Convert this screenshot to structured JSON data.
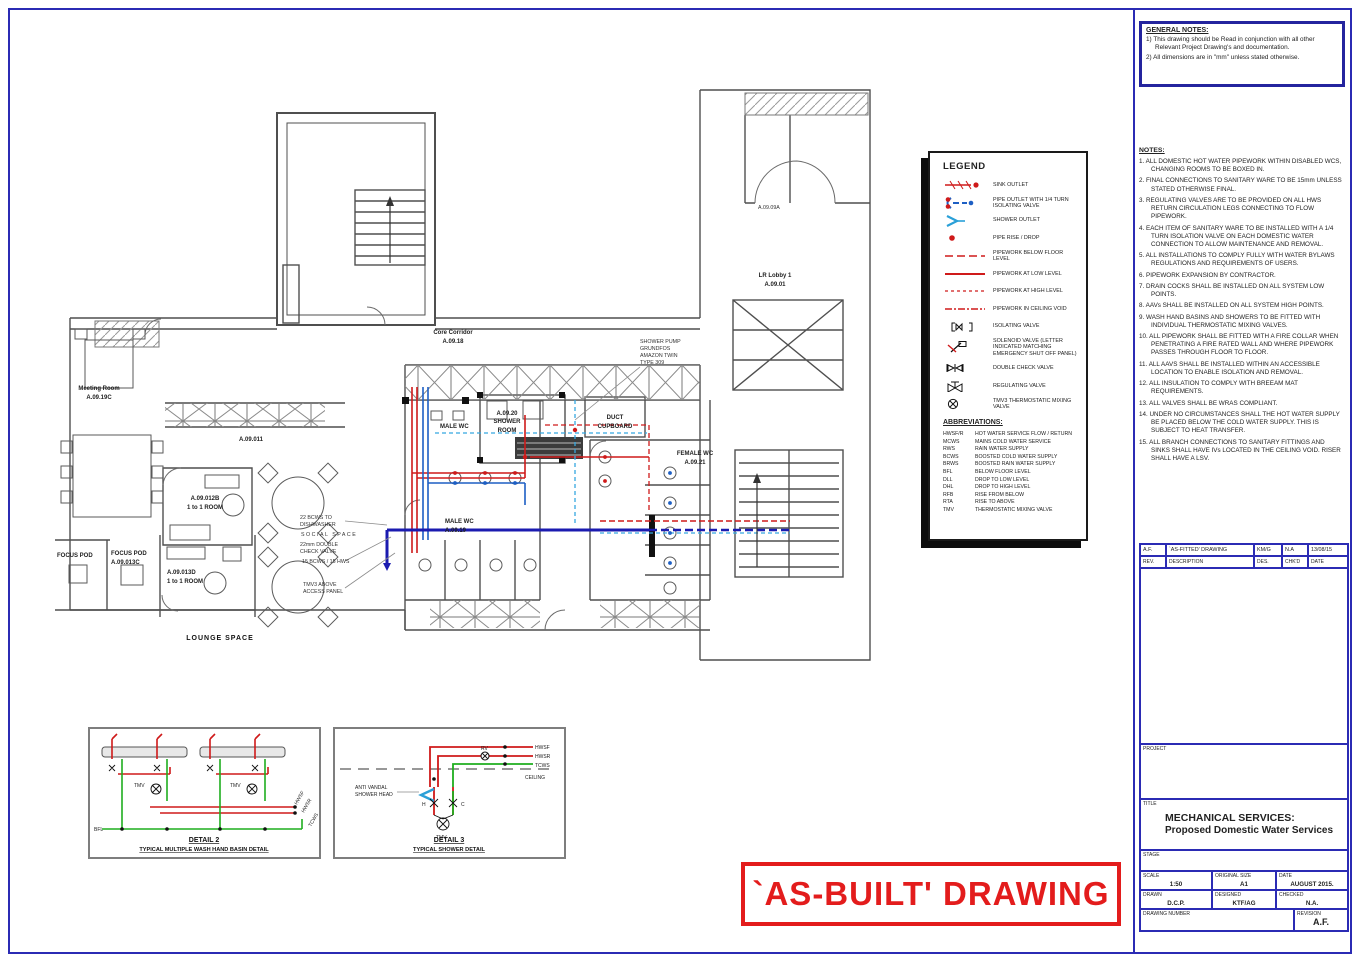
{
  "general_notes": {
    "title": "GENERAL NOTES:",
    "item1": "1) This drawing should be Read in conjunction with all other Relevant Project Drawing's and documentation.",
    "item2": "2) All dimensions are in \"mm\" unless stated otherwise."
  },
  "notes": {
    "title": "NOTES:",
    "items": [
      "1.  ALL DOMESTIC HOT WATER PIPEWORK WITHIN DISABLED WCS, CHANGING ROOMS TO BE BOXED IN.",
      "2.  FINAL CONNECTIONS TO SANITARY WARE TO BE 15mm UNLESS STATED OTHERWISE FINAL.",
      "3.  REGULATING VALVES ARE TO BE PROVIDED ON ALL HWS RETURN CIRCULATION LEGS CONNECTING TO FLOW PIPEWORK.",
      "4.  EACH ITEM OF SANITARY WARE TO BE INSTALLED WITH A 1/4 TURN ISOLATION VALVE ON EACH DOMESTIC WATER CONNECTION TO ALLOW MAINTENANCE AND REMOVAL.",
      "5.  ALL INSTALLATIONS TO COMPLY FULLY WITH WATER BYLAWS REGULATIONS AND REQUIREMENTS OF USERS.",
      "6.  PIPEWORK EXPANSION BY CONTRACTOR.",
      "7.  DRAIN COCKS SHALL BE INSTALLED ON ALL SYSTEM LOW POINTS.",
      "8.  AAVs SHALL BE INSTALLED ON ALL SYSTEM HIGH POINTS.",
      "9.  WASH HAND BASINS AND SHOWERS TO BE FITTED WITH INDIVIDUAL THERMOSTATIC MIXING VALVES.",
      "10. ALL PIPEWORK SHALL BE FITTED WITH A FIRE COLLAR WHEN PENETRATING A FIRE RATED WALL AND WHERE PIPEWORK PASSES THROUGH FLOOR TO FLOOR.",
      "11. ALL AAVS SHALL BE INSTALLED WITHIN AN ACCESSIBLE LOCATION TO ENABLE ISOLATION AND REMOVAL.",
      "12. ALL INSULATION TO COMPLY WITH BREEAM MAT REQUIREMENTS.",
      "13. ALL VALVES SHALL BE WRAS COMPLIANT.",
      "14. UNDER NO CIRCUMSTANCES SHALL THE HOT WATER SUPPLY BE PLACED BELOW THE COLD WATER SUPPLY. THIS IS SUBJECT TO HEAT TRANSFER.",
      "15. ALL BRANCH CONNECTIONS TO SANITARY FITTINGS AND SINKS SHALL HAVE IVs LOCATED IN THE CEILING VOID. RISER SHALL HAVE A LSV."
    ]
  },
  "legend": {
    "title": "LEGEND",
    "items": [
      {
        "symbol": "sink-outlet",
        "label": "SINK OUTLET"
      },
      {
        "symbol": "pipe-outlet-isolating-valve",
        "label": "PIPE OUTLET WITH 1/4 TURN ISOLATING VALVE"
      },
      {
        "symbol": "shower-outlet",
        "label": "SHOWER OUTLET"
      },
      {
        "symbol": "pipe-rise-drop",
        "label": "PIPE RISE / DROP"
      },
      {
        "symbol": "pipework-below-floor",
        "label": "PIPEWORK BELOW FLOOR LEVEL"
      },
      {
        "symbol": "pipework-low-level",
        "label": "PIPEWORK AT LOW LEVEL"
      },
      {
        "symbol": "pipework-high-level",
        "label": "PIPEWORK AT HIGH LEVEL"
      },
      {
        "symbol": "pipework-ceiling-void",
        "label": "PIPEWORK IN CEILING VOID"
      },
      {
        "symbol": "isolating-valve",
        "label": "ISOLATING VALVE"
      },
      {
        "symbol": "solenoid-valve",
        "label": "SOLENOID VALVE (LETTER INDICATED MATCHING EMERGENCY SHUT OFF PANEL)"
      },
      {
        "symbol": "double-check-valve",
        "label": "DOUBLE CHECK VALVE"
      },
      {
        "symbol": "regulating-valve",
        "label": "REGULATING VALVE"
      },
      {
        "symbol": "tmv3-thermostatic-mixing-valve",
        "label": "TMV3 THERMOSTATIC MIXING VALVE"
      }
    ]
  },
  "abbreviations": {
    "title": "ABBREVIATIONS:",
    "items": [
      {
        "abbr": "HWSF/R",
        "meaning": "HOT WATER SERVICE FLOW / RETURN"
      },
      {
        "abbr": "MCWS",
        "meaning": "MAINS COLD WATER SERVICE"
      },
      {
        "abbr": "RWS",
        "meaning": "RAIN WATER SUPPLY"
      },
      {
        "abbr": "BCWS",
        "meaning": "BOOSTED COLD WATER SUPPLY"
      },
      {
        "abbr": "BRWS",
        "meaning": "BOOSTED RAIN WATER SUPPLY"
      },
      {
        "abbr": "BFL",
        "meaning": "BELOW FLOOR LEVEL"
      },
      {
        "abbr": "DLL",
        "meaning": "DROP TO LOW LEVEL"
      },
      {
        "abbr": "DHL",
        "meaning": "DROP TO HIGH LEVEL"
      },
      {
        "abbr": "RFB",
        "meaning": "RISE FROM BELOW"
      },
      {
        "abbr": "RTA",
        "meaning": "RISE TO ABOVE"
      },
      {
        "abbr": "TMV",
        "meaning": "THERMOSTATIC MIXING VALVE"
      }
    ]
  },
  "plan": {
    "core_corridor_1": "Core Corridor",
    "core_corridor_2": "A.09.18",
    "grid_a": "A.09.09A",
    "lobby_1": "LR Lobby 1",
    "lobby_2": "A.09.01",
    "meeting_1": "Meeting Room",
    "meeting_2": "A.09.19C",
    "open_area": "A.09.011",
    "room_b_1": "A.09.012B",
    "room_b_2": "1 to 1 ROOM",
    "focus_left": "FOCUS POD",
    "focus_pod_1": "FOCUS POD",
    "focus_pod_2": "A.09.013C",
    "room_d_1": "A.09.013D",
    "room_d_2": "1 to 1 ROOM",
    "lounge": "LOUNGE SPACE",
    "male_upper": "MALE WC",
    "male_wc_1": "MALE WC",
    "male_wc_2": "A.09.19",
    "shower_1": "SHOWER",
    "shower_2": "ROOM",
    "shower_3": "A.09.20",
    "duct_1": "DUCT",
    "duct_2": "CUPBOARD",
    "female_1": "FEMALE WC",
    "female_2": "A.09.21",
    "pump_1": "SHOWER PUMP",
    "pump_2": "GRUNDFOS",
    "pump_3": "AMAZON TWIN",
    "pump_4": "TYPE 309",
    "annot_dishwasher1": "22 BCWS TO",
    "annot_dishwasher2": "DISHWASHER",
    "annot_social": "SOCIAL SPACE",
    "annot_dcv1": "22mm DOUBLE",
    "annot_dcv2": "CHECK VALVE",
    "annot_sizes": "15 BCWS / 15 HWS",
    "annot_tmv1": "TMV3 ABOVE",
    "annot_tmv2": "ACCESS PANEL"
  },
  "details": {
    "d2": {
      "title": "DETAIL 2",
      "subtitle": "TYPICAL MULTIPLE WASH HAND BASIN DETAIL",
      "tmv1": "TMV",
      "tmv2": "TMV",
      "hwsf": "HWSF",
      "hwsr": "HWSR",
      "tcws": "TCWS",
      "bfl": "BFL"
    },
    "d3": {
      "title": "DETAIL 3",
      "subtitle": "TYPICAL SHOWER DETAIL",
      "hwsf": "HWSF",
      "hwsr": "HWSR",
      "tcws": "TCWS",
      "ceiling": "CEILING",
      "head1": "ANTI VANDAL",
      "head2": "SHOWER HEAD",
      "tmv": "TMV",
      "h": "H",
      "c": "C",
      "rv": "RV"
    }
  },
  "stamp": {
    "text": "`AS-BUILT'  DRAWING",
    "color": "#e31c1c"
  },
  "titleblock": {
    "rev_row": {
      "rev": "A.F.",
      "description": "`AS-FITTED' DRAWING",
      "des": "KM/G",
      "chk": "N.A",
      "date": "13/08/15"
    },
    "rev_headers": {
      "rev": "REV.",
      "description": "DESCRIPTION",
      "des": "DES.",
      "chk": "CHK'D",
      "date": "DATE"
    },
    "project_label": "PROJECT",
    "title_label": "TITLE",
    "title1": "MECHANICAL SERVICES:",
    "title2": "Proposed Domestic Water Services",
    "stage_label": "STAGE",
    "scale_label": "SCALE",
    "scale": "1:50",
    "size_label": "ORIGINAL SIZE",
    "size": "A1",
    "date_label": "DATE",
    "date": "AUGUST 2015.",
    "drawn_label": "DRAWN",
    "drawn": "D.C.P.",
    "designed_label": "DESIGNED",
    "designed": "KTF/AG",
    "checked_label": "CHECKED",
    "checked": "N.A.",
    "number_label": "DRAWING NUMBER",
    "revision_label": "REVISION",
    "revision": "A.F."
  }
}
